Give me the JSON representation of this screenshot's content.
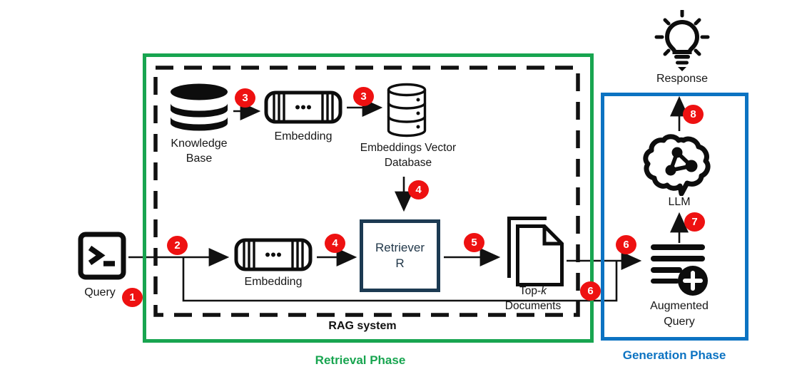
{
  "colors": {
    "retrieval_green": "#18a550",
    "generation_blue": "#0c73c2",
    "badge_red": "#ee1111",
    "retriever_border": "#1c3a52",
    "ink": "#0d0d0d"
  },
  "phases": {
    "rag_system": {
      "label": "RAG system"
    },
    "retrieval": {
      "label": "Retrieval Phase"
    },
    "generation": {
      "label": "Generation Phase"
    }
  },
  "nodes": {
    "query": {
      "label": "Query",
      "icon": "terminal-icon"
    },
    "knowledge_base": {
      "label_line1": "Knowledge",
      "label_line2": "Base",
      "icon": "database-filled-icon"
    },
    "embedding_top": {
      "label": "Embedding",
      "icon": "embedding-matrix-icon"
    },
    "vector_db": {
      "label_line1": "Embeddings Vector",
      "label_line2": "Database",
      "icon": "database-outline-icon"
    },
    "embedding_bottom": {
      "label": "Embedding",
      "icon": "embedding-matrix-icon"
    },
    "retriever": {
      "label_line1": "Retriever",
      "label_line2": "R"
    },
    "topk_documents": {
      "label_line1_prefix": "Top-",
      "label_line1_k": "k",
      "label_line2": "Documents",
      "icon": "documents-icon"
    },
    "augmented_query": {
      "label_line1": "Augmented",
      "label_line2": "Query",
      "icon": "augmented-query-icon"
    },
    "llm": {
      "label": "LLM",
      "icon": "brain-network-icon"
    },
    "response": {
      "label": "Response",
      "icon": "lightbulb-icon"
    }
  },
  "badges": {
    "step1": "1",
    "step2": "2",
    "step3_kb_to_embedding": "3",
    "step3_embedding_to_vectordb": "3",
    "step4_vectordb_to_retriever": "4",
    "step4_embedding_to_retriever": "4",
    "step5": "5",
    "step6_topk_out": "6",
    "step6_query_bypass": "6",
    "step7": "7",
    "step8": "8"
  }
}
